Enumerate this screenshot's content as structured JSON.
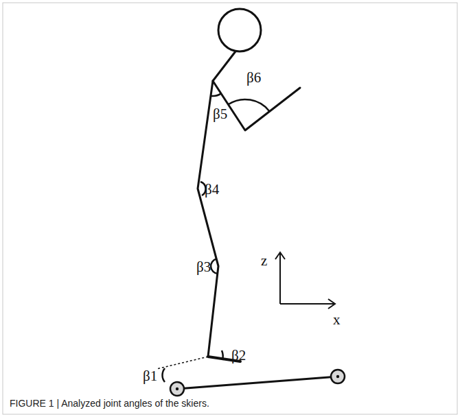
{
  "diagram": {
    "caption": "FIGURE 1 | Analyzed joint angles of the skiers.",
    "labels": [
      "β6",
      "β5",
      "β4",
      "β3",
      "β2",
      "β1",
      "z",
      "x"
    ]
  }
}
